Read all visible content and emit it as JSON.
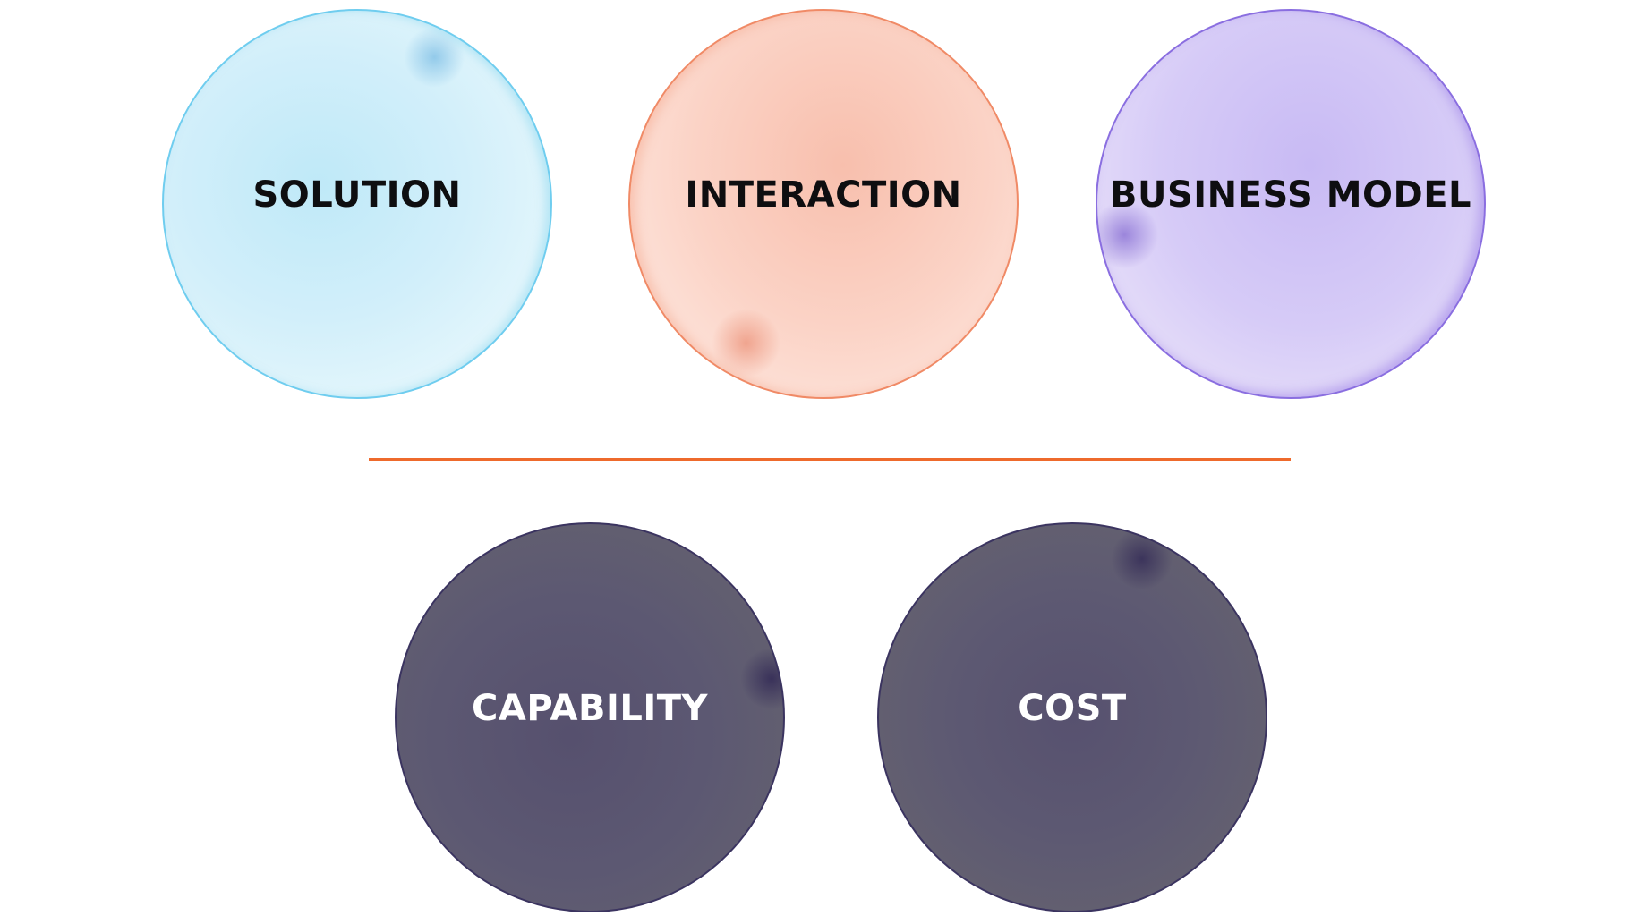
{
  "top_row": {
    "items": [
      {
        "label": "SOLUTION",
        "color": "#c8ecf9"
      },
      {
        "label": "INTERACTION",
        "color": "#f9c9b8"
      },
      {
        "label": "BUSINESS MODEL",
        "color": "#cbbdf3"
      }
    ]
  },
  "divider": {
    "color": "#ee6a2c"
  },
  "bottom_row": {
    "items": [
      {
        "label": "CAPABILITY",
        "color": "#5c5872"
      },
      {
        "label": "COST",
        "color": "#5c5872"
      }
    ]
  }
}
